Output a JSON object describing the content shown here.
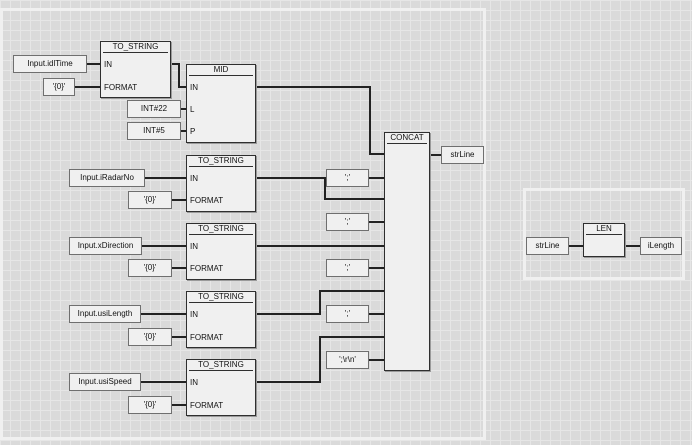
{
  "network1": {
    "inputs": {
      "idltime": "Input.idlTime",
      "radarno": "Input.iRadarNo",
      "xdirection": "Input.xDirection",
      "usilength": "Input.usiLength",
      "usispeed": "Input.usiSpeed"
    },
    "format_constants": [
      "'{0}'",
      "'{0}'",
      "'{0}'",
      "'{0}'",
      "'{0}'"
    ],
    "mid_constants": {
      "l": "INT#22",
      "p": "INT#5"
    },
    "separators": [
      "';'",
      "';'",
      "';'",
      "';'",
      "';\\r\\n'"
    ],
    "blocks": {
      "to_string": "TO_STRING",
      "mid": "MID",
      "concat": "CONCAT"
    },
    "pins": {
      "in": "IN",
      "format": "FORMAT",
      "l": "L",
      "p": "P"
    },
    "output": "strLine"
  },
  "network2": {
    "input": "strLine",
    "block": "LEN",
    "output": "iLength"
  },
  "colors": {
    "background": "#dadada",
    "block_fill": "#f0f0f0",
    "wire": "#222222"
  }
}
